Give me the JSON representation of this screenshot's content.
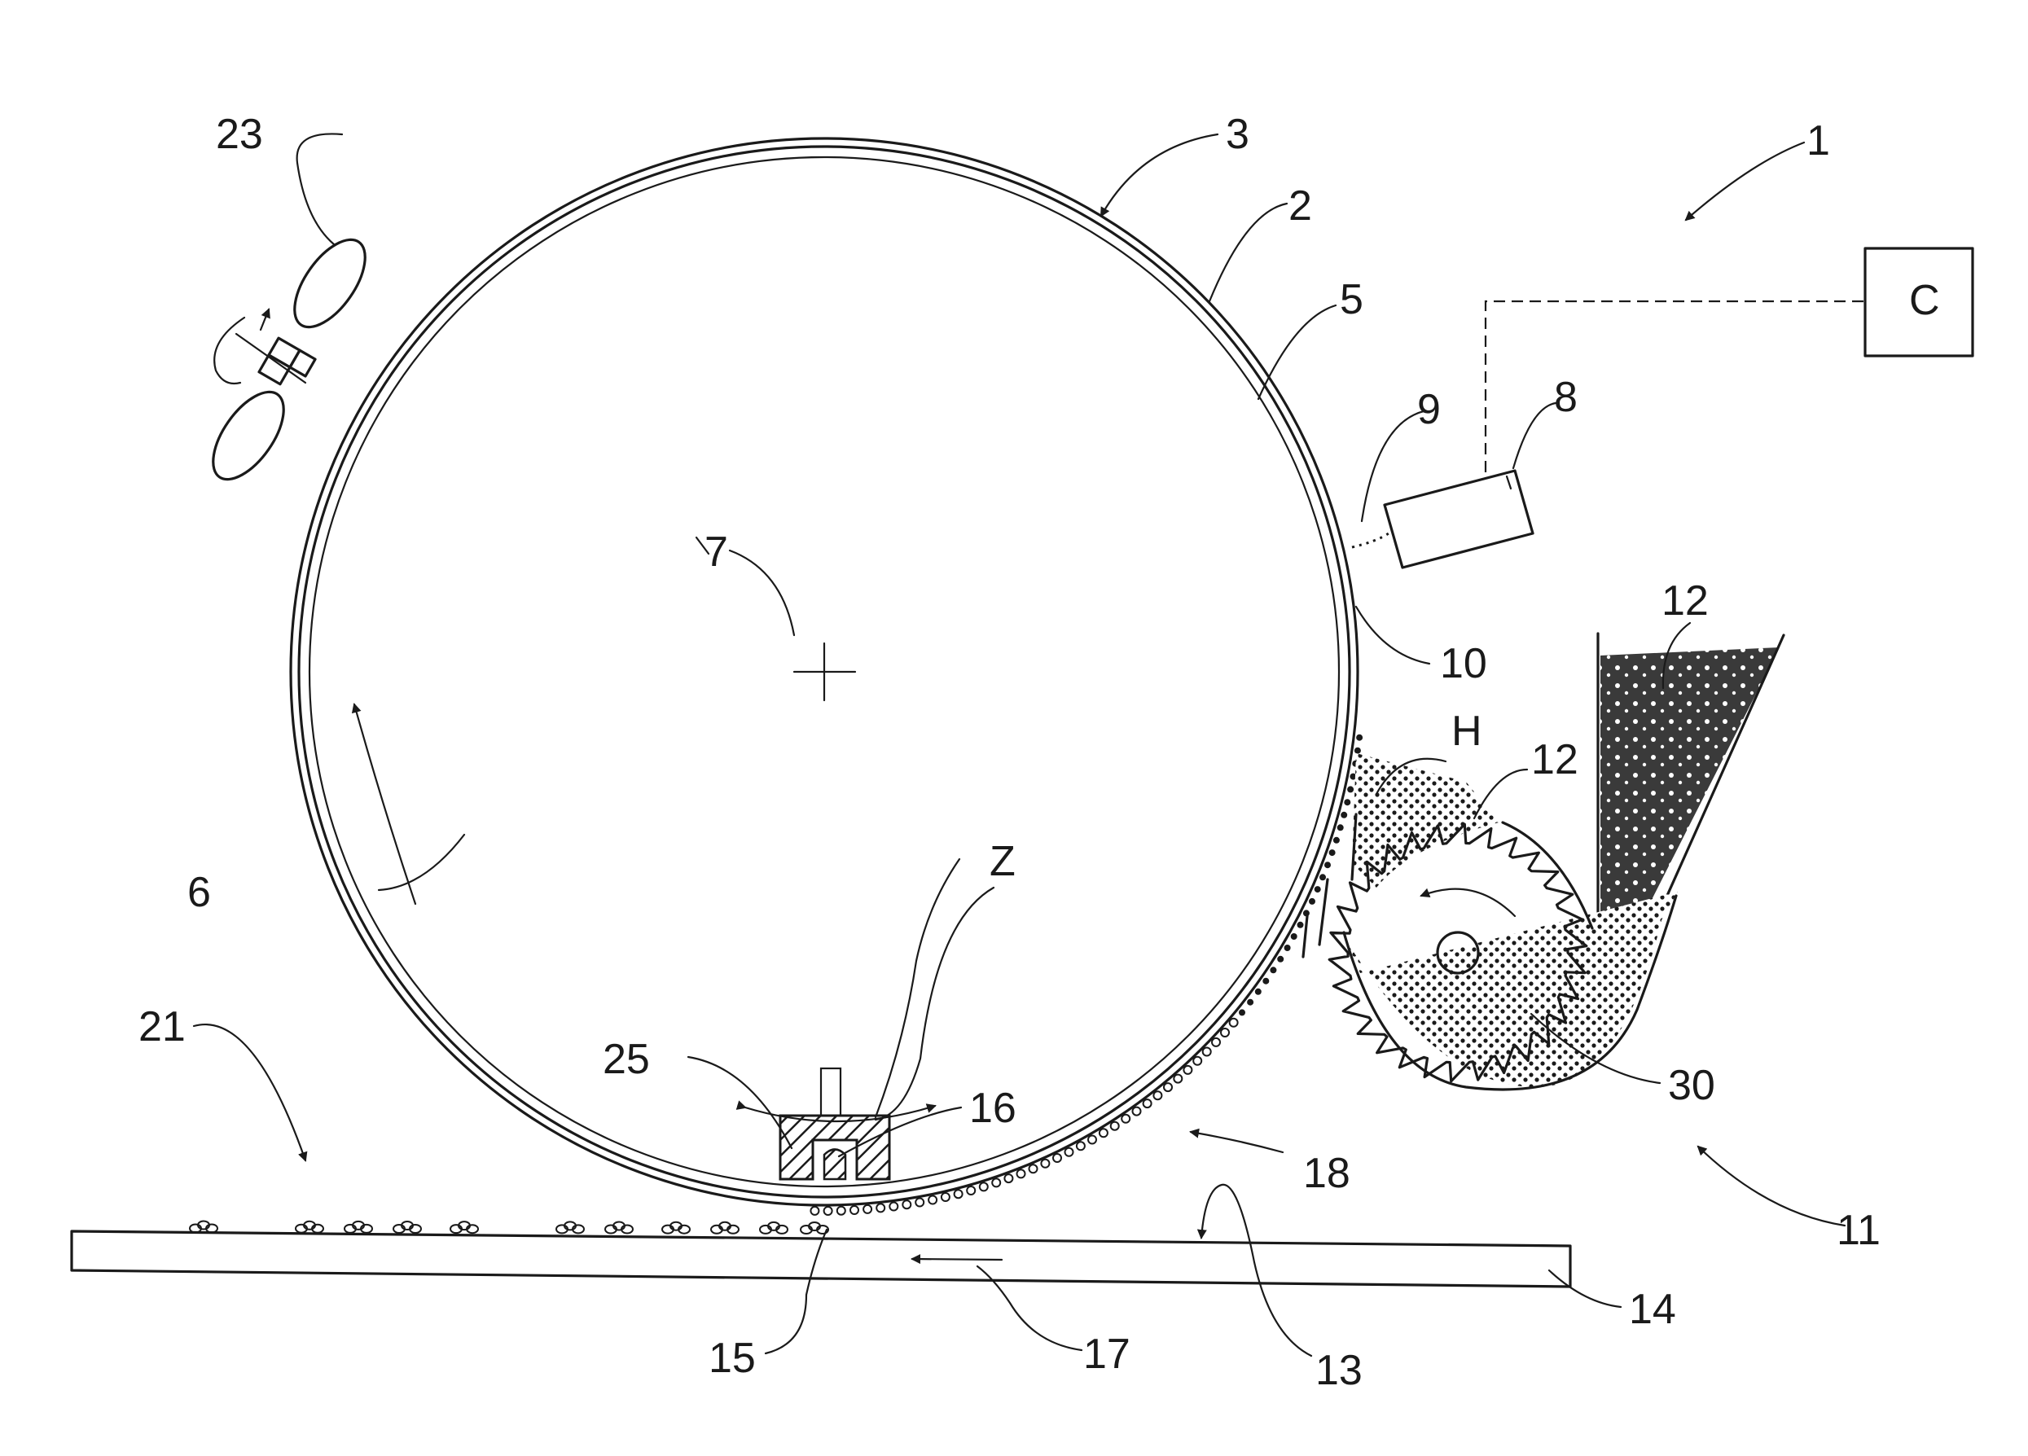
{
  "labels": {
    "l1": "1",
    "l2": "2",
    "l3": "3",
    "l5": "5",
    "l6": "6",
    "l7": "7",
    "l8": "8",
    "l9": "9",
    "l10": "10",
    "l11": "11",
    "l12a": "12",
    "l12b": "12",
    "l13": "13",
    "l14": "14",
    "l15": "15",
    "l16": "16",
    "l17": "17",
    "l18": "18",
    "l21": "21",
    "l23": "23",
    "l25": "25",
    "l30": "30",
    "lH": "H",
    "lZ": "Z",
    "lC": "C"
  }
}
